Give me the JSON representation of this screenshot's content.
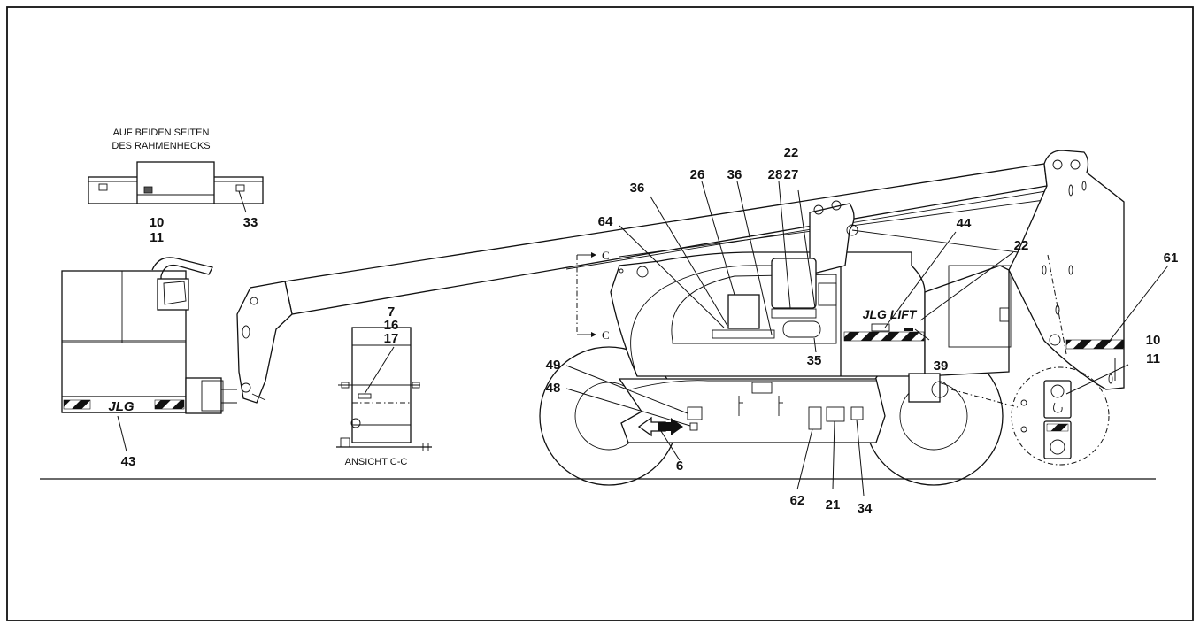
{
  "captions": {
    "rear_line1": "AUF BEIDEN SEITEN",
    "rear_line2": "DES RAHMENHECKS",
    "section_view": "ANSICHT C-C",
    "section_mark_top": "C",
    "section_mark_bottom": "C"
  },
  "callouts": {
    "rear_10": "10",
    "rear_11": "11",
    "rear_33": "33",
    "p43": "43",
    "sec_7": "7",
    "sec_16": "16",
    "sec_17": "17",
    "p64": "64",
    "p36a": "36",
    "p26": "26",
    "p36b": "36",
    "p28": "28",
    "p22a": "22",
    "p27": "27",
    "p44": "44",
    "p22b": "22",
    "p61": "61",
    "p10": "10",
    "p11": "11",
    "p35": "35",
    "p39": "39",
    "p49": "49",
    "p48": "48",
    "p6": "6",
    "p62": "62",
    "p21": "21",
    "p34": "34"
  },
  "decal_text": {
    "platform_logo": "JLG",
    "chassis_logo": "JLG LIFT"
  },
  "colors": {
    "line": "#111111",
    "background": "#ffffff"
  }
}
